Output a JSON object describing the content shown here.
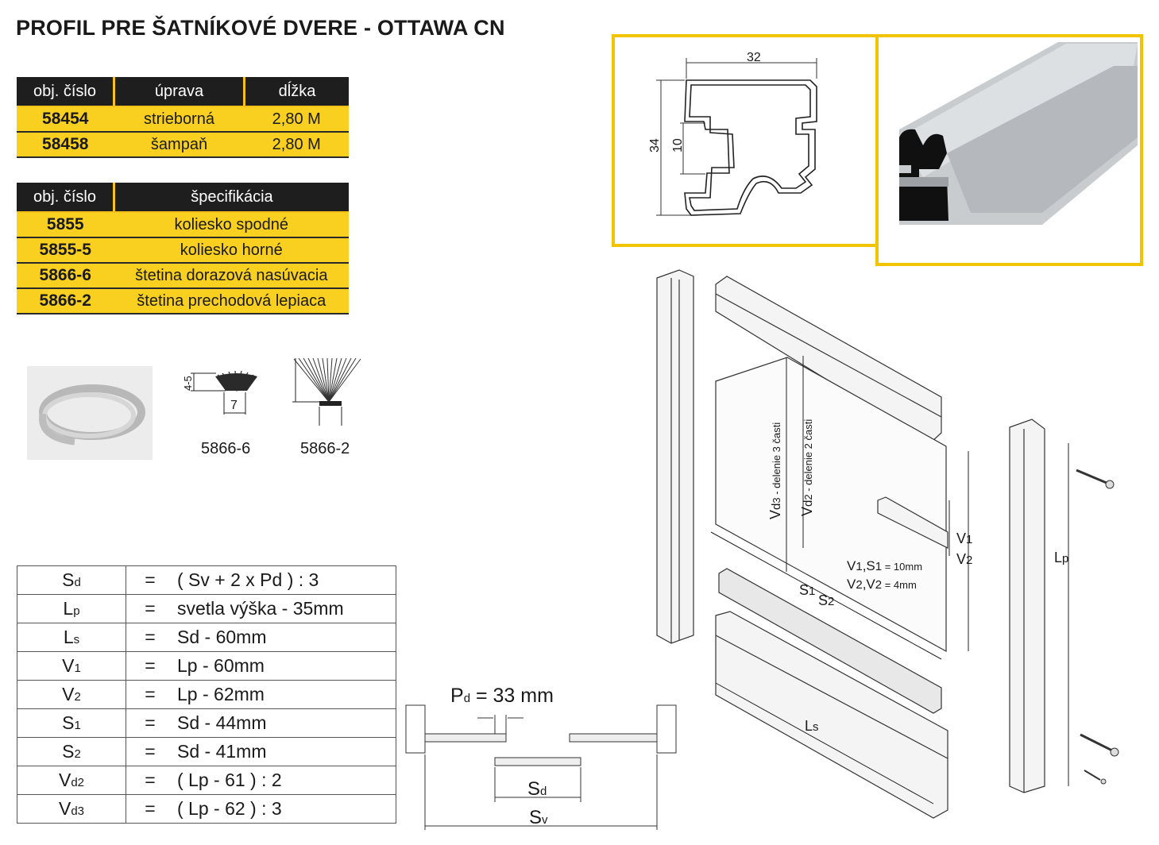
{
  "title": "PROFIL PRE ŠATNÍKOVÉ DVERE - OTTAWA CN",
  "products": {
    "headers": [
      "obj. číslo",
      "úprava",
      "dĺžka"
    ],
    "rows": [
      {
        "code": "58454",
        "finish": "strieborná",
        "length": "2,80 M"
      },
      {
        "code": "58458",
        "finish": "šampaň",
        "length": "2,80 M"
      }
    ]
  },
  "accessories": {
    "headers": [
      "obj. číslo",
      "špecifikácia"
    ],
    "rows": [
      {
        "code": "5855",
        "spec": "koliesko spodné"
      },
      {
        "code": "5855-5",
        "spec": "koliesko horné"
      },
      {
        "code": "5866-6",
        "spec": "štetina dorazová nasúvacia"
      },
      {
        "code": "5866-2",
        "spec": "štetina prechodová lepiaca"
      }
    ]
  },
  "brush_labels": {
    "a": "5866-6",
    "b": "5866-2",
    "dim_height": "4-5",
    "dim_width": "7"
  },
  "profile_dims": {
    "width": "32",
    "height": "34",
    "slot": "10"
  },
  "formulas": [
    {
      "sym": "S",
      "sub": "d",
      "eq": "=",
      "expr": "( Sv + 2 x Pd ) : 3"
    },
    {
      "sym": "L",
      "sub": "p",
      "eq": "=",
      "expr": "svetla výška - 35mm"
    },
    {
      "sym": "L",
      "sub": "s",
      "eq": "=",
      "expr": "Sd - 60mm"
    },
    {
      "sym": "V",
      "sub": "1",
      "eq": "=",
      "expr": "Lp - 60mm"
    },
    {
      "sym": "V",
      "sub": "2",
      "eq": "=",
      "expr": "Lp - 62mm"
    },
    {
      "sym": "S",
      "sub": "1",
      "eq": "=",
      "expr": "Sd - 44mm"
    },
    {
      "sym": "S",
      "sub": "2",
      "eq": "=",
      "expr": "Sd - 41mm"
    },
    {
      "sym": "V",
      "sub": "d2",
      "eq": "=",
      "expr": "( Lp - 61 ) : 2"
    },
    {
      "sym": "V",
      "sub": "d3",
      "eq": "=",
      "expr": "( Lp - 62 ) : 3"
    }
  ],
  "plan": {
    "pd": "P",
    "pd_sub": "d",
    "pd_val": " = 33 mm",
    "sd": "S",
    "sd_sub": "d",
    "sv": "S",
    "sv_sub": "v"
  },
  "assembly": {
    "vd3": "V",
    "vd3_sub": "d",
    "vd3_rest": "3 - delenie 3 časti",
    "vd2": "V",
    "vd2_sub": "d",
    "vd2_rest": "2 - delenie 2 časti",
    "v1": "V",
    "v1_sub": "1",
    "v2": "V",
    "v2_sub": "2",
    "note1": "V",
    "note1_sub": "1",
    "note1_mid": ",S",
    "note1_sub2": "1",
    "note1_rest": " = 10mm",
    "note2": "V",
    "note2_sub": "2",
    "note2_mid": ",V",
    "note2_sub2": "2",
    "note2_rest": "  = 4mm",
    "s1": "S",
    "s1_sub": "1",
    "s2": "S",
    "s2_sub": "2",
    "ls": "L",
    "ls_sub": "s",
    "lp": "L",
    "lp_sub": "p"
  }
}
